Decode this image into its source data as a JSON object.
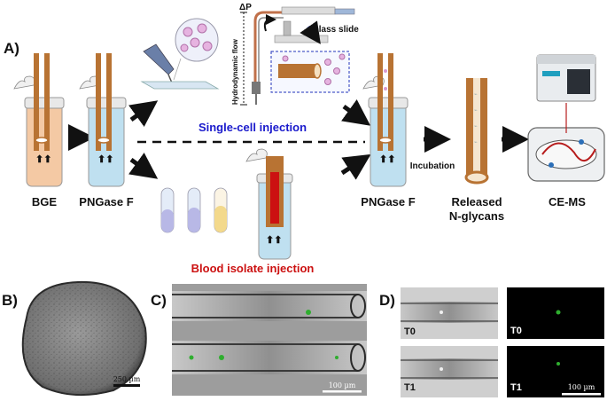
{
  "panel_labels": {
    "a": "A)",
    "b": "B)",
    "c": "C)",
    "d": "D)"
  },
  "stages": {
    "bge": "BGE",
    "pngase_left": "PNGase F",
    "pngase_right": "PNGase F",
    "released_line1": "Released",
    "released_line2": "N-glycans",
    "ce_ms": "CE-MS"
  },
  "routes": {
    "single_cell": "Single-cell injection",
    "blood_isolate": "Blood isolate injection",
    "incubation": "Incubation"
  },
  "setup": {
    "delta_p": "ΔP",
    "hydro_flow": "Hydrodynamic flow",
    "glass_slide": "Glass slide"
  },
  "scale_bars": {
    "b": "250 µm",
    "c": "100 µm",
    "d": "100 µm"
  },
  "timepoints": {
    "t0_bright": "T0",
    "t1_bright": "T1",
    "t0_fluor": "T0",
    "t1_fluor": "T1"
  },
  "colors": {
    "single_cell_text": "#1a1acc",
    "blood_text": "#cc1111",
    "capillary": "#b87333",
    "bge_fill": "#f4c9a4",
    "buffer_fill": "#bfe0f0",
    "fluor_dot": "#2fae2f"
  }
}
